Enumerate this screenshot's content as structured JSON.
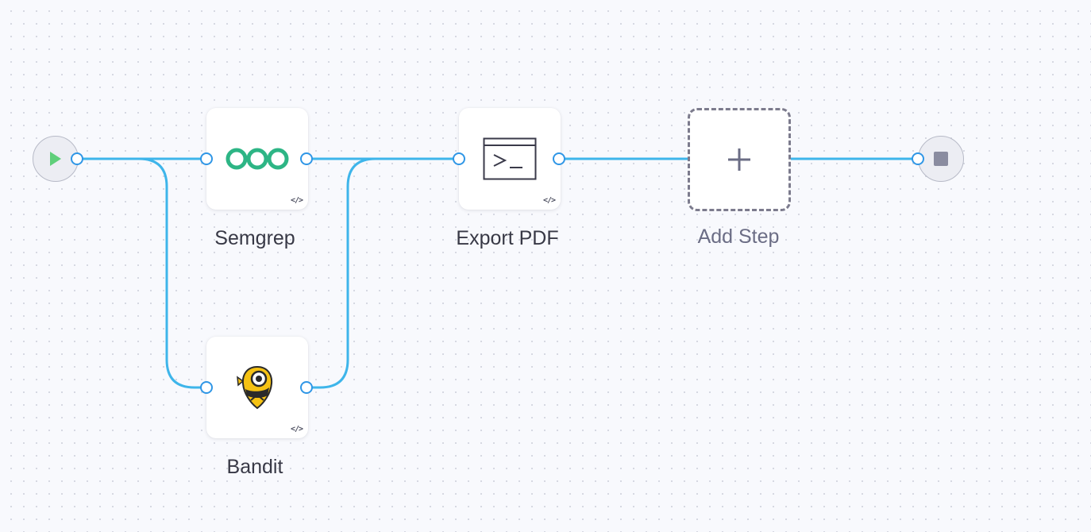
{
  "pipeline": {
    "start": {
      "icon": "play-icon",
      "color": "#5fcf7a"
    },
    "end": {
      "icon": "stop-icon",
      "color": "#8a8ca0"
    },
    "edge_color": "#3eb5ea",
    "steps": [
      {
        "id": "semgrep",
        "label": "Semgrep",
        "icon": "semgrep-logo",
        "color": "#2db585",
        "badge_icon": "code-icon"
      },
      {
        "id": "bandit",
        "label": "Bandit",
        "icon": "bandit-logo",
        "color": "#f5c213",
        "badge_icon": "code-icon"
      },
      {
        "id": "export-pdf",
        "label": "Export PDF",
        "icon": "terminal-icon",
        "color": "#3a3a4a",
        "badge_icon": "code-icon"
      }
    ],
    "add_step": {
      "label": "Add Step",
      "icon": "plus-icon"
    },
    "code_badge": "</>"
  }
}
